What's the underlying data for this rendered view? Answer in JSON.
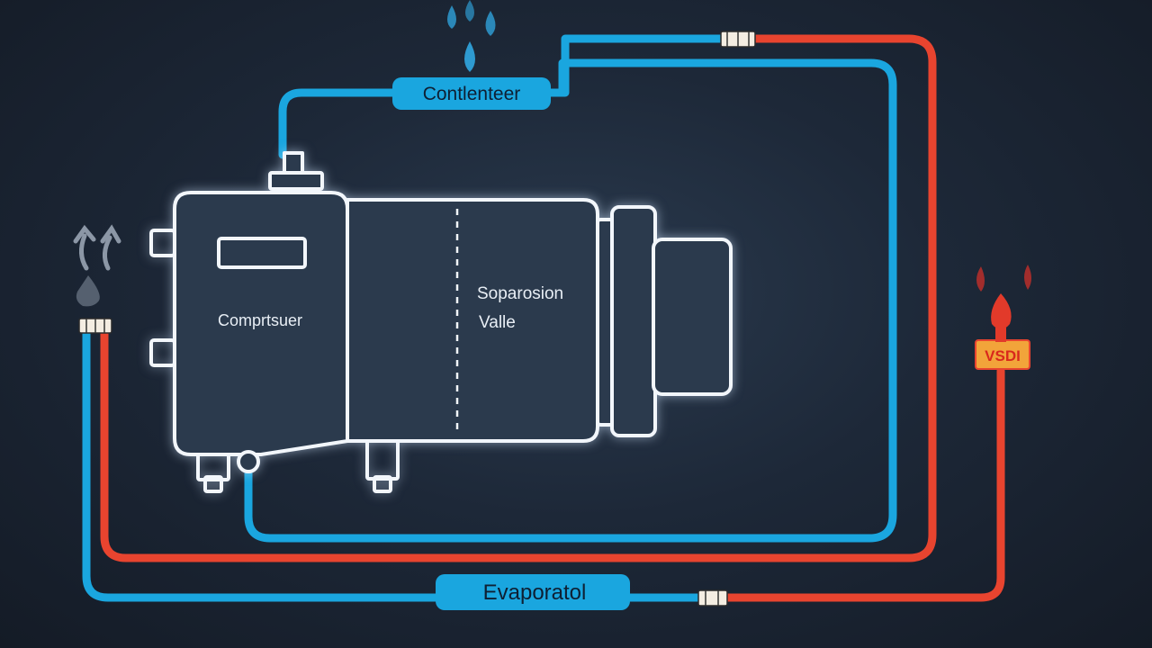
{
  "labels": {
    "condenser": "Contlenteer",
    "compressor": "Comprtsuer",
    "valve_line1": "Soparosion",
    "valve_line2": "Valle",
    "evaporator": "Evaporatol",
    "tag": "VSDI"
  },
  "colors": {
    "background": "#1d2838",
    "cold_pipe": "#1aa6df",
    "hot_pipe": "#e8442f",
    "outline": "#f2f6fb",
    "tag_fill": "#f2a43a",
    "tag_text": "#d9281c"
  },
  "icons": [
    "water-drops-icon",
    "rising-arrows-icon",
    "heat-flame-icon",
    "pipe-coupling-icon"
  ]
}
